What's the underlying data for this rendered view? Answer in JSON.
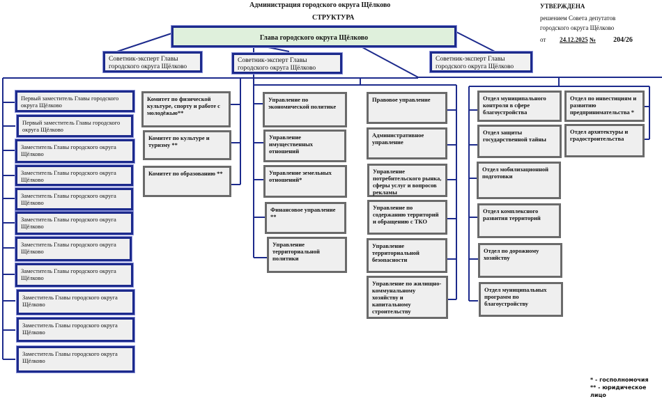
{
  "header": {
    "title": "Администрация городского округа Щёлково",
    "subtitle": "СТРУКТУРА"
  },
  "approval": {
    "line1": "УТВЕРЖДЕНА",
    "line2": "решением Совета депутатов",
    "line3": "городского округа Щёлково",
    "prefix": "от",
    "date": "24.12.2025",
    "number_sign": "№",
    "number": "204/26"
  },
  "head": {
    "label": "Глава городского округа Щёлково"
  },
  "advisors": [
    {
      "label": "Советник-эксперт Главы городского округа Щёлково"
    },
    {
      "label": "Советник-эксперт Главы городского округа Щёлково"
    },
    {
      "label": "Советник-эксперт Главы городского округа Щёлково"
    }
  ],
  "deputies": [
    {
      "label": "Первый заместитель Главы городского округа Щёлково"
    },
    {
      "label": "Первый заместитель Главы городского округа Щёлково"
    },
    {
      "label": "Заместитель Главы городского округа Щёлково"
    },
    {
      "label": "Заместитель Главы городского округа Щёлково"
    },
    {
      "label": "Заместитель Главы городского округа Щёлково"
    },
    {
      "label": "Заместитель Главы городского округа Щёлково"
    },
    {
      "label": "Заместитель Главы городского округа Щёлково"
    },
    {
      "label": "Заместитель Главы городского округа Щёлково"
    },
    {
      "label": "Заместитель Главы городского округа Щёлково"
    },
    {
      "label": "Заместитель Главы городского округа Щёлково"
    },
    {
      "label": "Заместитель Главы городского округа Щёлково"
    }
  ],
  "committees": [
    {
      "label": "Комитет по физической культуре, спорту и работе с молодёжью**"
    },
    {
      "label": "Комитет по культуре и туризму **"
    },
    {
      "label": "Комитет по образованию **"
    }
  ],
  "departments_col1": [
    {
      "label": "Управление по экономической политике"
    },
    {
      "label": "Управление имущественных отношений"
    },
    {
      "label": "Управление земельных отношений*"
    },
    {
      "label": "Финансовое управление **"
    },
    {
      "label": "Управление территориальной политики"
    }
  ],
  "departments_col2": [
    {
      "label": "Правовое управление"
    },
    {
      "label": "Административное управление"
    },
    {
      "label": "Управление потребительского рынка, сферы услуг и вопросов рекламы"
    },
    {
      "label": "Управление по содержанию территорий и обращению с ТКО"
    },
    {
      "label": "Управление территориальной безопасности"
    },
    {
      "label": "Управление по жилищно-коммунальному хозяйству и капитальному строительству"
    }
  ],
  "divisions_col1": [
    {
      "label": "Отдел муниципального контроля в сфере благоустройства"
    },
    {
      "label": "Отдел защиты государственной тайны"
    },
    {
      "label": "Отдел мобилизационной подготовки"
    },
    {
      "label": "Отдел комплексного развития территорий"
    },
    {
      "label": "Отдел по дорожному хозяйству"
    },
    {
      "label": "Отдел муниципальных программ по благоустройству"
    }
  ],
  "divisions_col2": [
    {
      "label": "Отдел по инвестициям и развитию предпринимательства *"
    },
    {
      "label": "Отдел архитектуры и градостроительства"
    }
  ],
  "legend": [
    {
      "label": "* - госполномочия"
    },
    {
      "label": "** - юридическое лицо"
    }
  ]
}
